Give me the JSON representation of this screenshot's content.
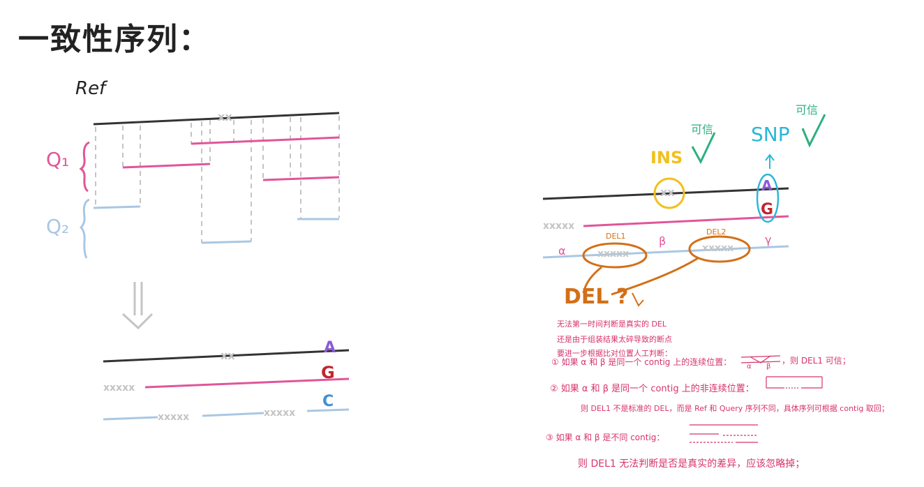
{
  "title": "一致性序列：",
  "left": {
    "ref_label": "Ref",
    "q1_label": "Q₁",
    "q2_label": "Q₂",
    "ref_mark": "xx",
    "result": {
      "ref_mark": "xx",
      "snp_top": "A",
      "snp_mid": "G",
      "snp_bottom": "C",
      "pink_del": "xxxxx",
      "blue_del_1": "xxxxx",
      "blue_del_2": "xxxxx"
    }
  },
  "right": {
    "trusted_1": "可信",
    "trusted_2": "可信",
    "ins_label": "INS",
    "snp_label": "SNP",
    "ref_mark": "xx",
    "snp_top": "A",
    "snp_mid": "G",
    "pink_del": "xxxxx",
    "del1_label": "DEL1",
    "del2_label": "DEL2",
    "del1_mark": "xxxxx",
    "del2_mark": "xxxxx",
    "alpha": "α",
    "beta": "β",
    "gamma": "γ",
    "del_question": "DEL ?",
    "notes": [
      "无法第一时间判断是真实的 DEL",
      "还是由于组装结果太碎导致的断点",
      "要进一步根据比对位置人工判断：",
      "① 如果 α 和 β 是同一个 contig 上的连续位置：",
      "，则 DEL1 可信；",
      "② 如果 α 和 β 是同一个 contig 上的非连续位置：",
      "则 DEL1 不是标准的 DEL，而是 Ref 和 Query 序列不同，具体序列可根据 contig 取回；",
      "③ 如果 α 和 β 是不同 contig：",
      "则 DEL1 无法判断是否是真实的差异，应该忽略掉；"
    ],
    "mini_alpha": "α",
    "mini_beta": "β"
  },
  "colors": {
    "ref": "#333333",
    "pink": "#e0559a",
    "blue": "#a9c7e3",
    "gray": "#c4c4c4",
    "orange": "#d36f17",
    "yellow": "#f2c01d",
    "cyan": "#2ab7d8",
    "green": "#2bb07f",
    "purple": "#8b5cd6",
    "red": "#c0262f",
    "c_blue": "#3f8fd6"
  }
}
